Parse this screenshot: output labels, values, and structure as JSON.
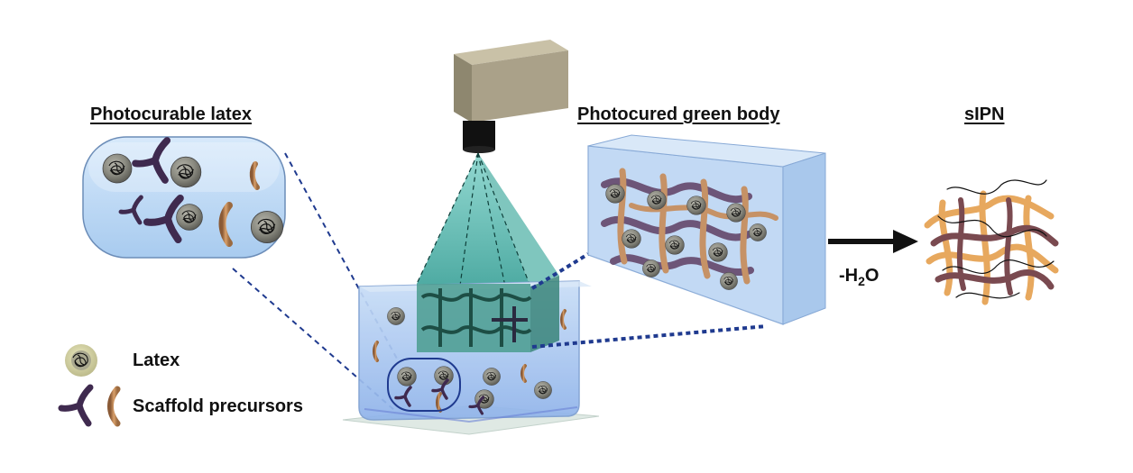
{
  "titles": {
    "photocurable_latex": "Photocurable latex",
    "photocured_green_body": "Photocured green body",
    "sipn": "sIPN"
  },
  "legend": {
    "latex": "Latex",
    "scaffold": "Scaffold precursors"
  },
  "arrow_label": {
    "prefix": "-H",
    "subscript": "2",
    "suffix": "O"
  },
  "colors": {
    "latex_particle": "#8f8f84",
    "latex_halo": "#d6d5a6",
    "scaffold_dark": "#4a2e3a",
    "scaffold_purple": "#5d3f73",
    "scaffold_orange": "#c38a55",
    "liquid_blue": "#a9cdf1",
    "cured_green": "#3d8f84",
    "light_beam": "#52b7ae",
    "dashed_line": "#1f3a8f",
    "projector_body": "#a9a089"
  },
  "icons": [
    "projector-icon",
    "latex-particle-icon",
    "scaffold-branch-icon",
    "scaffold-arc-icon",
    "reaction-arrow-icon"
  ]
}
